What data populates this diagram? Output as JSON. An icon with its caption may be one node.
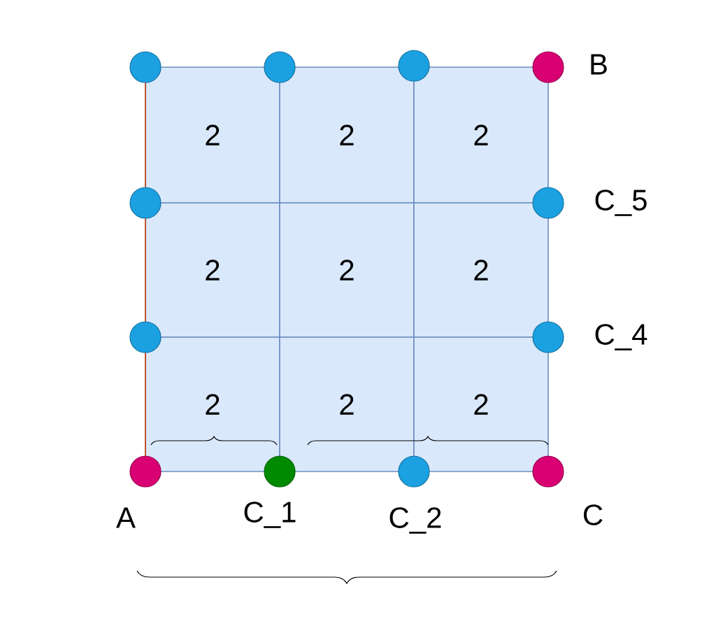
{
  "diagram": {
    "nodes": [
      {
        "text": [
          "2"
        ]
      },
      {
        "text": [
          "2"
        ]
      },
      {
        "text": [
          "2"
        ]
      },
      {
        "text": [
          "2"
        ]
      },
      {
        "text": [
          "2"
        ]
      },
      {
        "text": [
          "2"
        ]
      },
      {
        "text": [
          "2"
        ]
      },
      {
        "text": [
          "2"
        ]
      },
      {
        "text": [
          "2"
        ]
      },
      {
        "text": [],
        "shape": "circle"
      },
      {
        "text": [],
        "shape": "circle"
      },
      {
        "text": [],
        "shape": "circle"
      },
      {
        "text": [],
        "shape": "circle",
        "beside": [
          "B"
        ]
      },
      {
        "text": [],
        "shape": "circle"
      },
      {
        "text": [],
        "shape": "circle",
        "beside": [
          "C_5"
        ]
      },
      {
        "text": [],
        "shape": "circle"
      },
      {
        "text": [],
        "shape": "circle",
        "beside": [
          "C_4"
        ]
      },
      {
        "text": [],
        "shape": "circle",
        "beside": [
          "A"
        ]
      },
      {
        "text": [],
        "shape": "circle",
        "beside": [
          "C_1"
        ]
      },
      {
        "text": [],
        "shape": "circle",
        "beside": [
          "C_2"
        ]
      },
      {
        "text": [],
        "shape": "circle",
        "beside": [
          "C"
        ]
      }
    ],
    "edges": [
      {
        "from": 9,
        "to": 13,
        "arrow": "none",
        "color": "#c0502a"
      },
      {
        "from": 13,
        "to": 15,
        "arrow": "none",
        "color": "#c0502a"
      },
      {
        "from": 15,
        "to": 17,
        "arrow": "none",
        "color": "#c0502a"
      }
    ]
  }
}
